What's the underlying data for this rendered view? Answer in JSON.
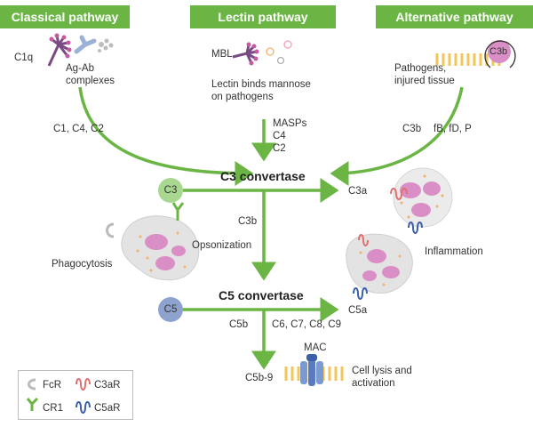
{
  "headers": {
    "classical": "Classical pathway",
    "lectin": "Lectin pathway",
    "alternative": "Alternative pathway"
  },
  "classical": {
    "c1q": "C1q",
    "agab_line1": "Ag-Ab",
    "agab_line2": "complexes",
    "factors": "C1, C4, C2"
  },
  "lectin": {
    "mbl": "MBL",
    "desc_line1": "Lectin binds mannose",
    "desc_line2": "on pathogens",
    "masps": "MASPs",
    "c4": "C4",
    "c2": "C2"
  },
  "alternative": {
    "c3b_badge": "C3b",
    "path_line1": "Pathogens,",
    "path_line2": "injured tissue",
    "c3b": "C3b",
    "factors": "fB, fD, P"
  },
  "cascade": {
    "c3_convertase": "C3 convertase",
    "c3": "C3",
    "c3a": "C3a",
    "c3b": "C3b",
    "opsonization": "Opsonization",
    "phagocytosis": "Phagocytosis",
    "inflammation": "Inflammation",
    "c5_convertase": "C5 convertase",
    "c5": "C5",
    "c5a": "C5a",
    "c5b": "C5b",
    "c6_c9": "C6, C7, C8, C9",
    "c5b9": "C5b-9",
    "mac": "MAC",
    "lysis_line1": "Cell lysis and",
    "lysis_line2": "activation"
  },
  "legend": {
    "fcr": "FcR",
    "c3ar": "C3aR",
    "cr1": "CR1",
    "c5ar": "C5aR"
  },
  "colors": {
    "green": "#6ab544",
    "c3_circle": "#a8d890",
    "c5_circle": "#8da2cc",
    "cell_purple": "#d98fc6",
    "receptor_red": "#e07070",
    "receptor_blue": "#3b5fa8",
    "membrane": "#f1c65a"
  }
}
